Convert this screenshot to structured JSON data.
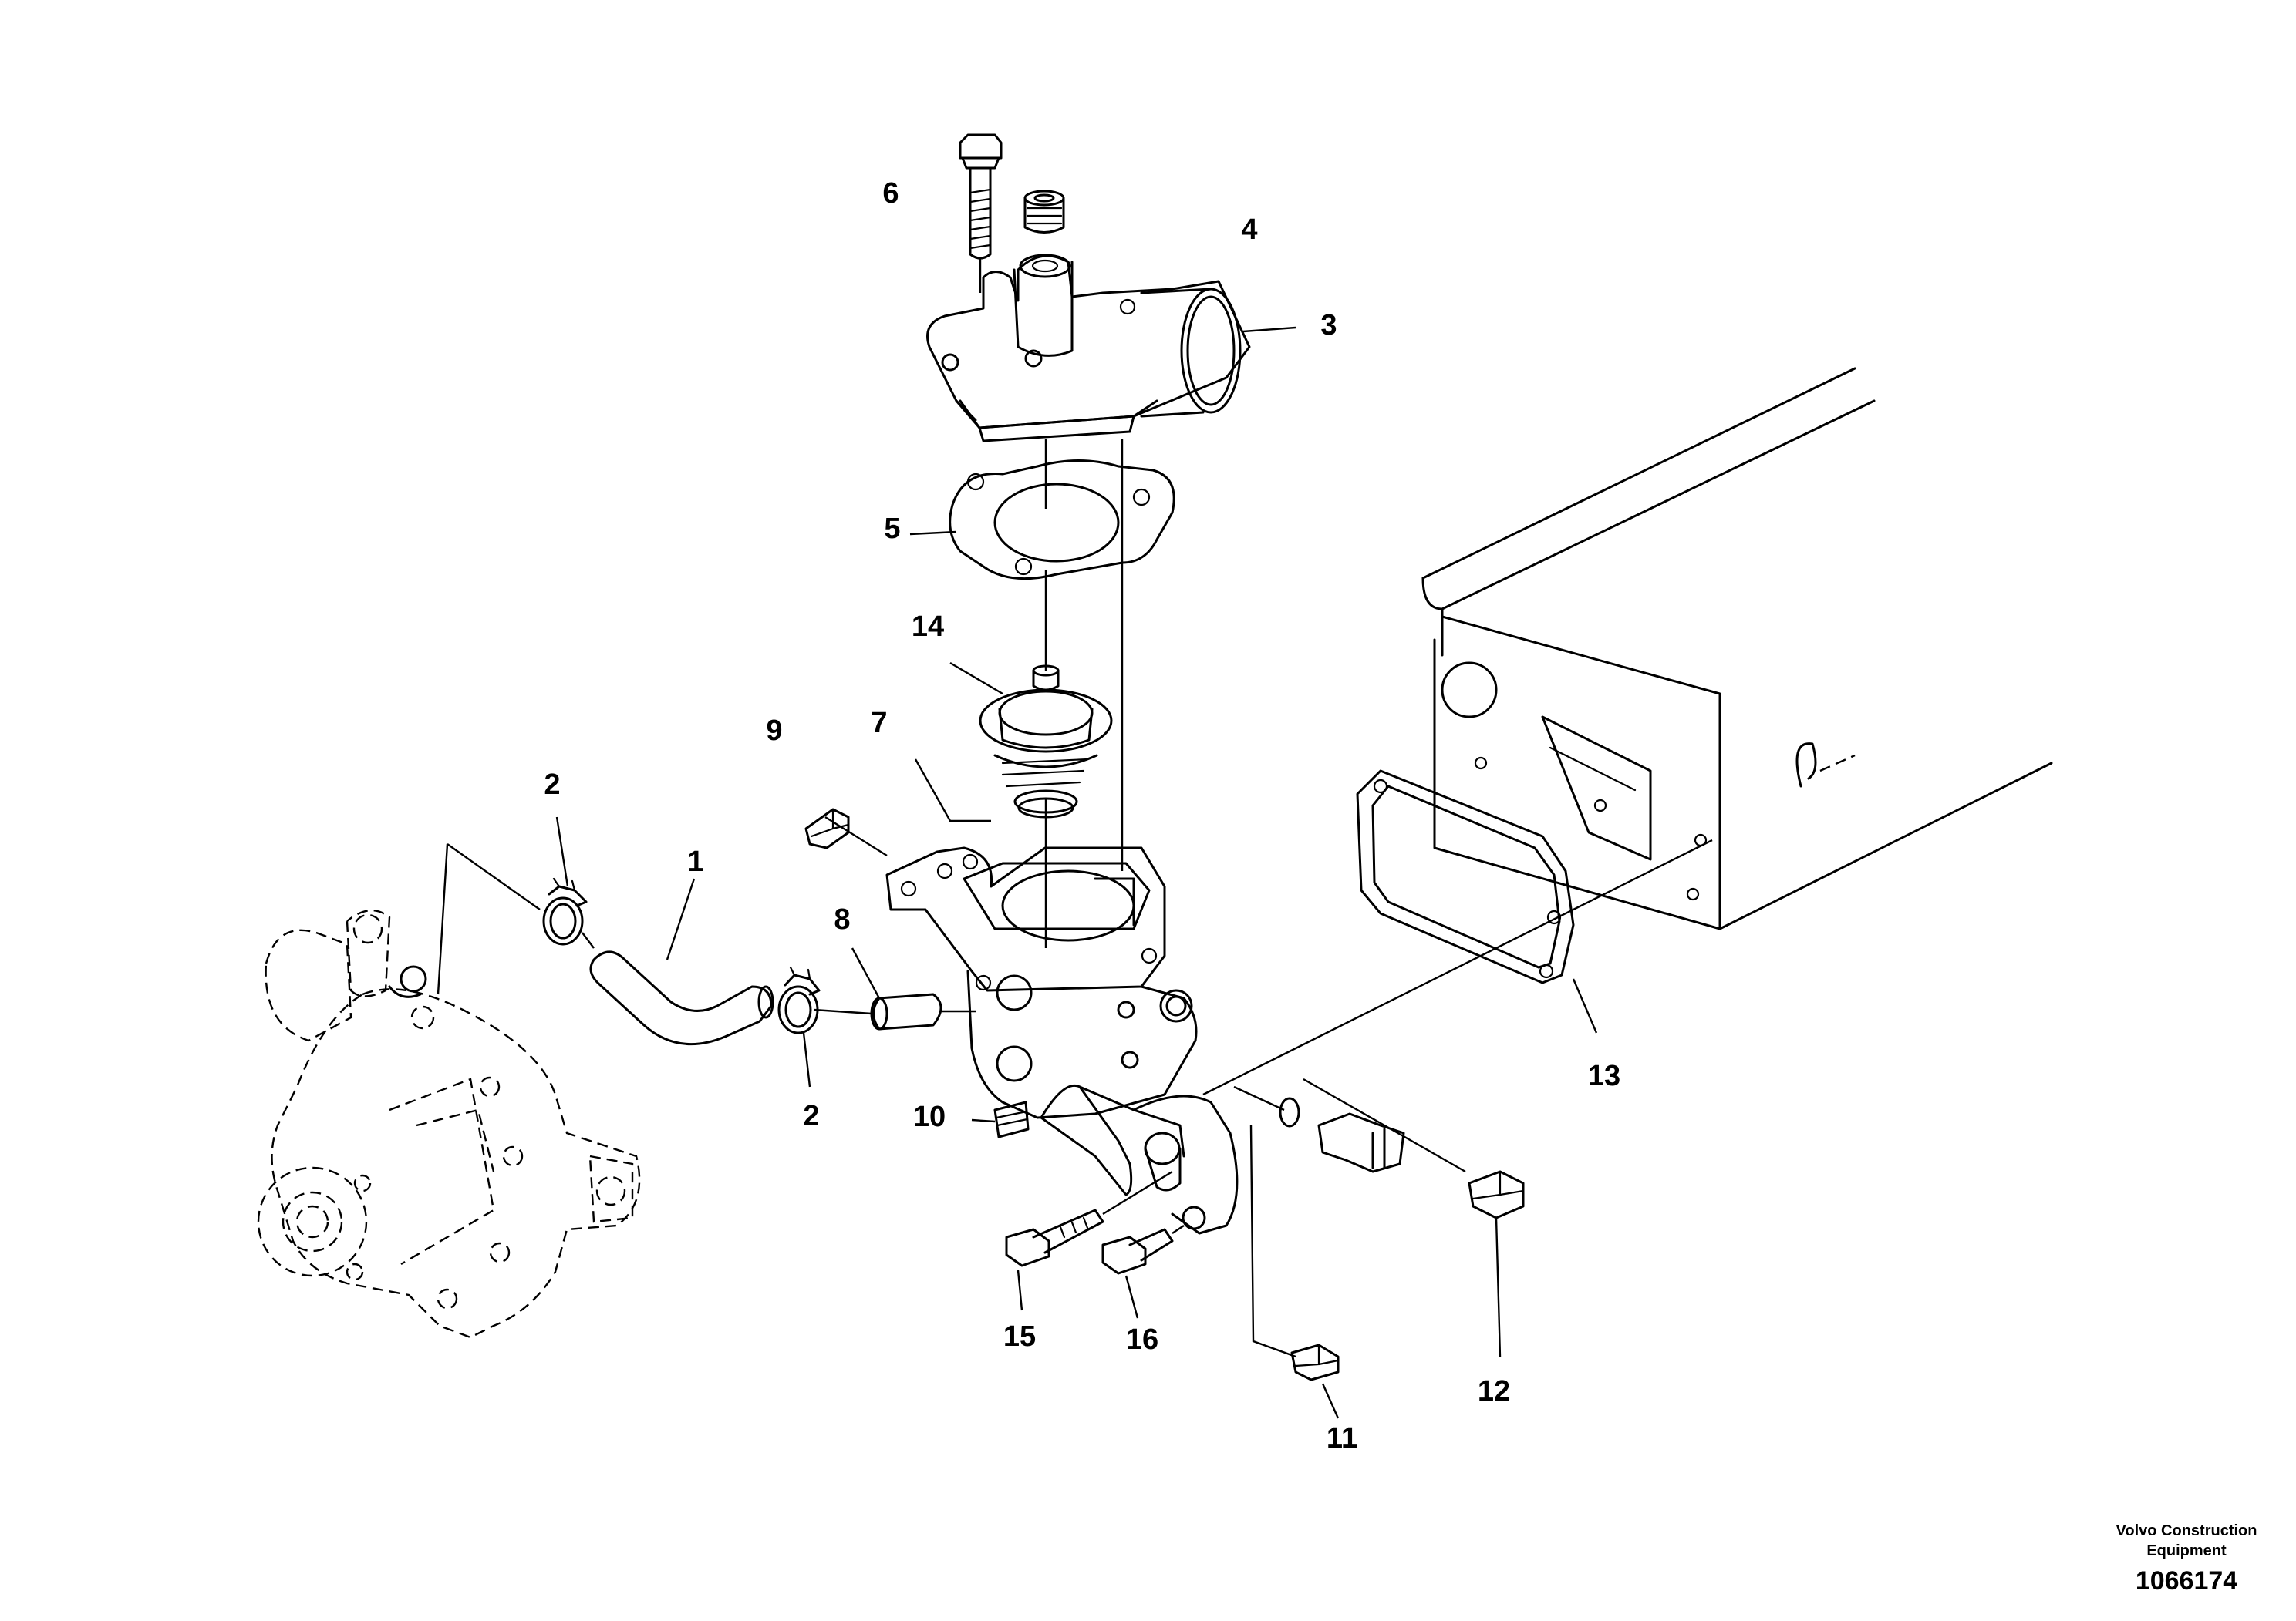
{
  "callouts": {
    "c1": "1",
    "c2a": "2",
    "c2b": "2",
    "c3": "3",
    "c4": "4",
    "c5": "5",
    "c6": "6",
    "c7": "7",
    "c8": "8",
    "c9": "9",
    "c10": "10",
    "c11": "11",
    "c12": "12",
    "c13": "13",
    "c14": "14",
    "c15": "15",
    "c16": "16"
  },
  "footer": {
    "brand_line1": "Volvo Construction",
    "brand_line2": "Equipment",
    "doc_number": "1066174"
  }
}
